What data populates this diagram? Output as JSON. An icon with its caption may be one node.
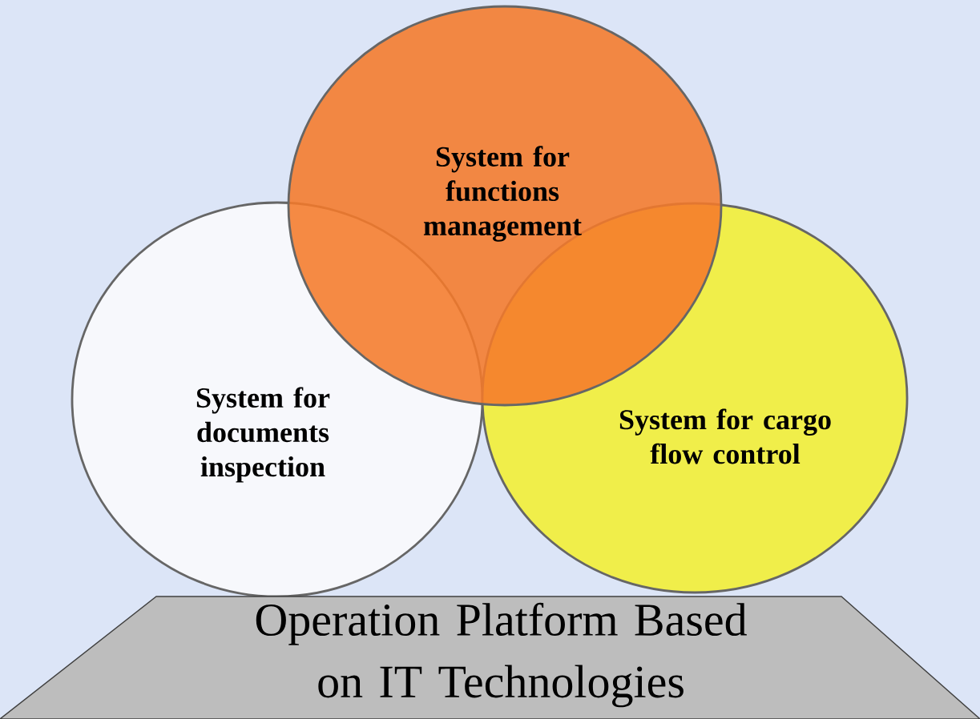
{
  "diagram": {
    "nodes": [
      {
        "text": [
          "System for functions management"
        ]
      },
      {
        "text": [
          "System for documents inspection"
        ]
      },
      {
        "text": [
          "System for cargo flow control"
        ]
      },
      {
        "text": [
          "Operation Platform Based on IT Technologies"
        ]
      }
    ]
  }
}
